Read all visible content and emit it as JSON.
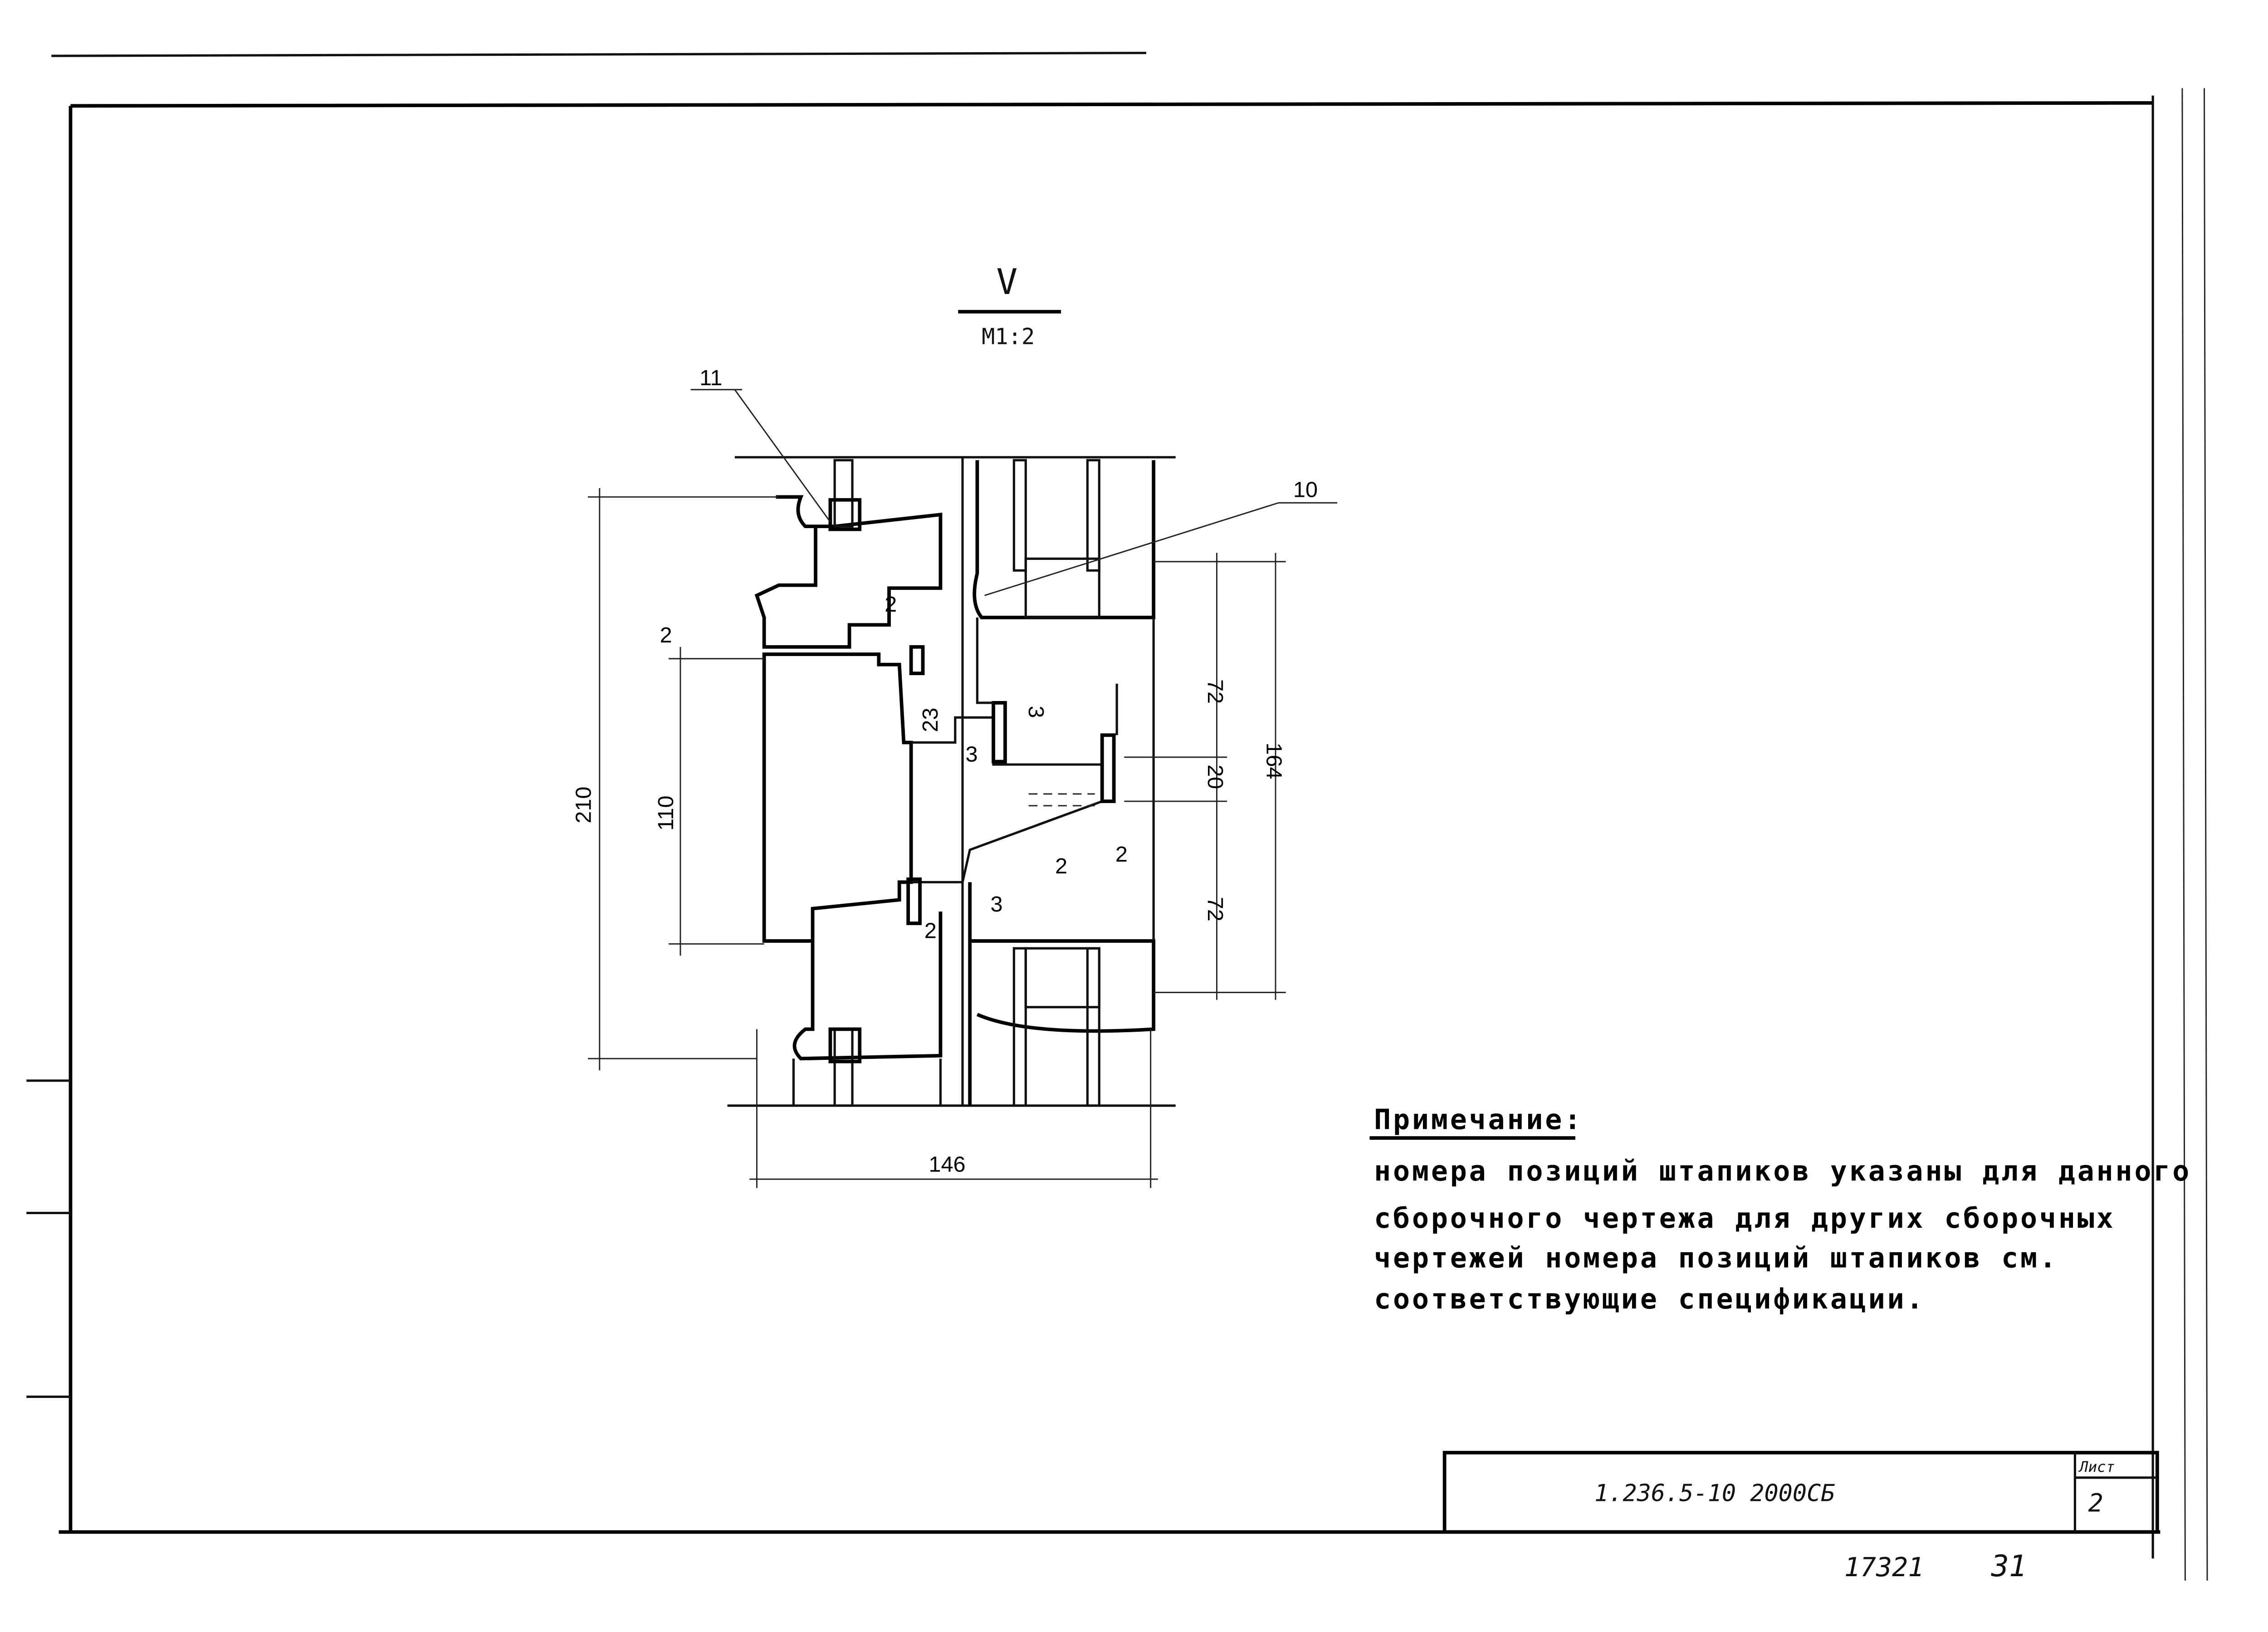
{
  "view": {
    "label": "V",
    "scale": "M1:2"
  },
  "callouts": [
    "11",
    "10"
  ],
  "dimensions": {
    "overall_height": "210",
    "inner_height": "110",
    "offset_top": "2",
    "overall_width": "146",
    "upper_right": "72",
    "middle_gap": "20",
    "total_right": "164",
    "lower_right": "72",
    "rebate_23": "23",
    "gap_3a": "3",
    "gap_3b": "3",
    "gap_3c": "3",
    "gap_2a": "2",
    "gap_2b": "2",
    "gap_2c": "2",
    "gap_2d": "2"
  },
  "note": {
    "heading": "Примечание:",
    "lines": [
      "номера позиций штапиков указаны для данного",
      "сборочного чертежа для других сборочных",
      "чертежей номера позиций штапиков см.",
      "соответствующие спецификации."
    ]
  },
  "title_block": {
    "designation": "1.236.5-10 2000СБ",
    "sheet_label": "Лист",
    "sheet_number": "2"
  },
  "archive_marks": {
    "inventory": "17321",
    "page": "31"
  }
}
